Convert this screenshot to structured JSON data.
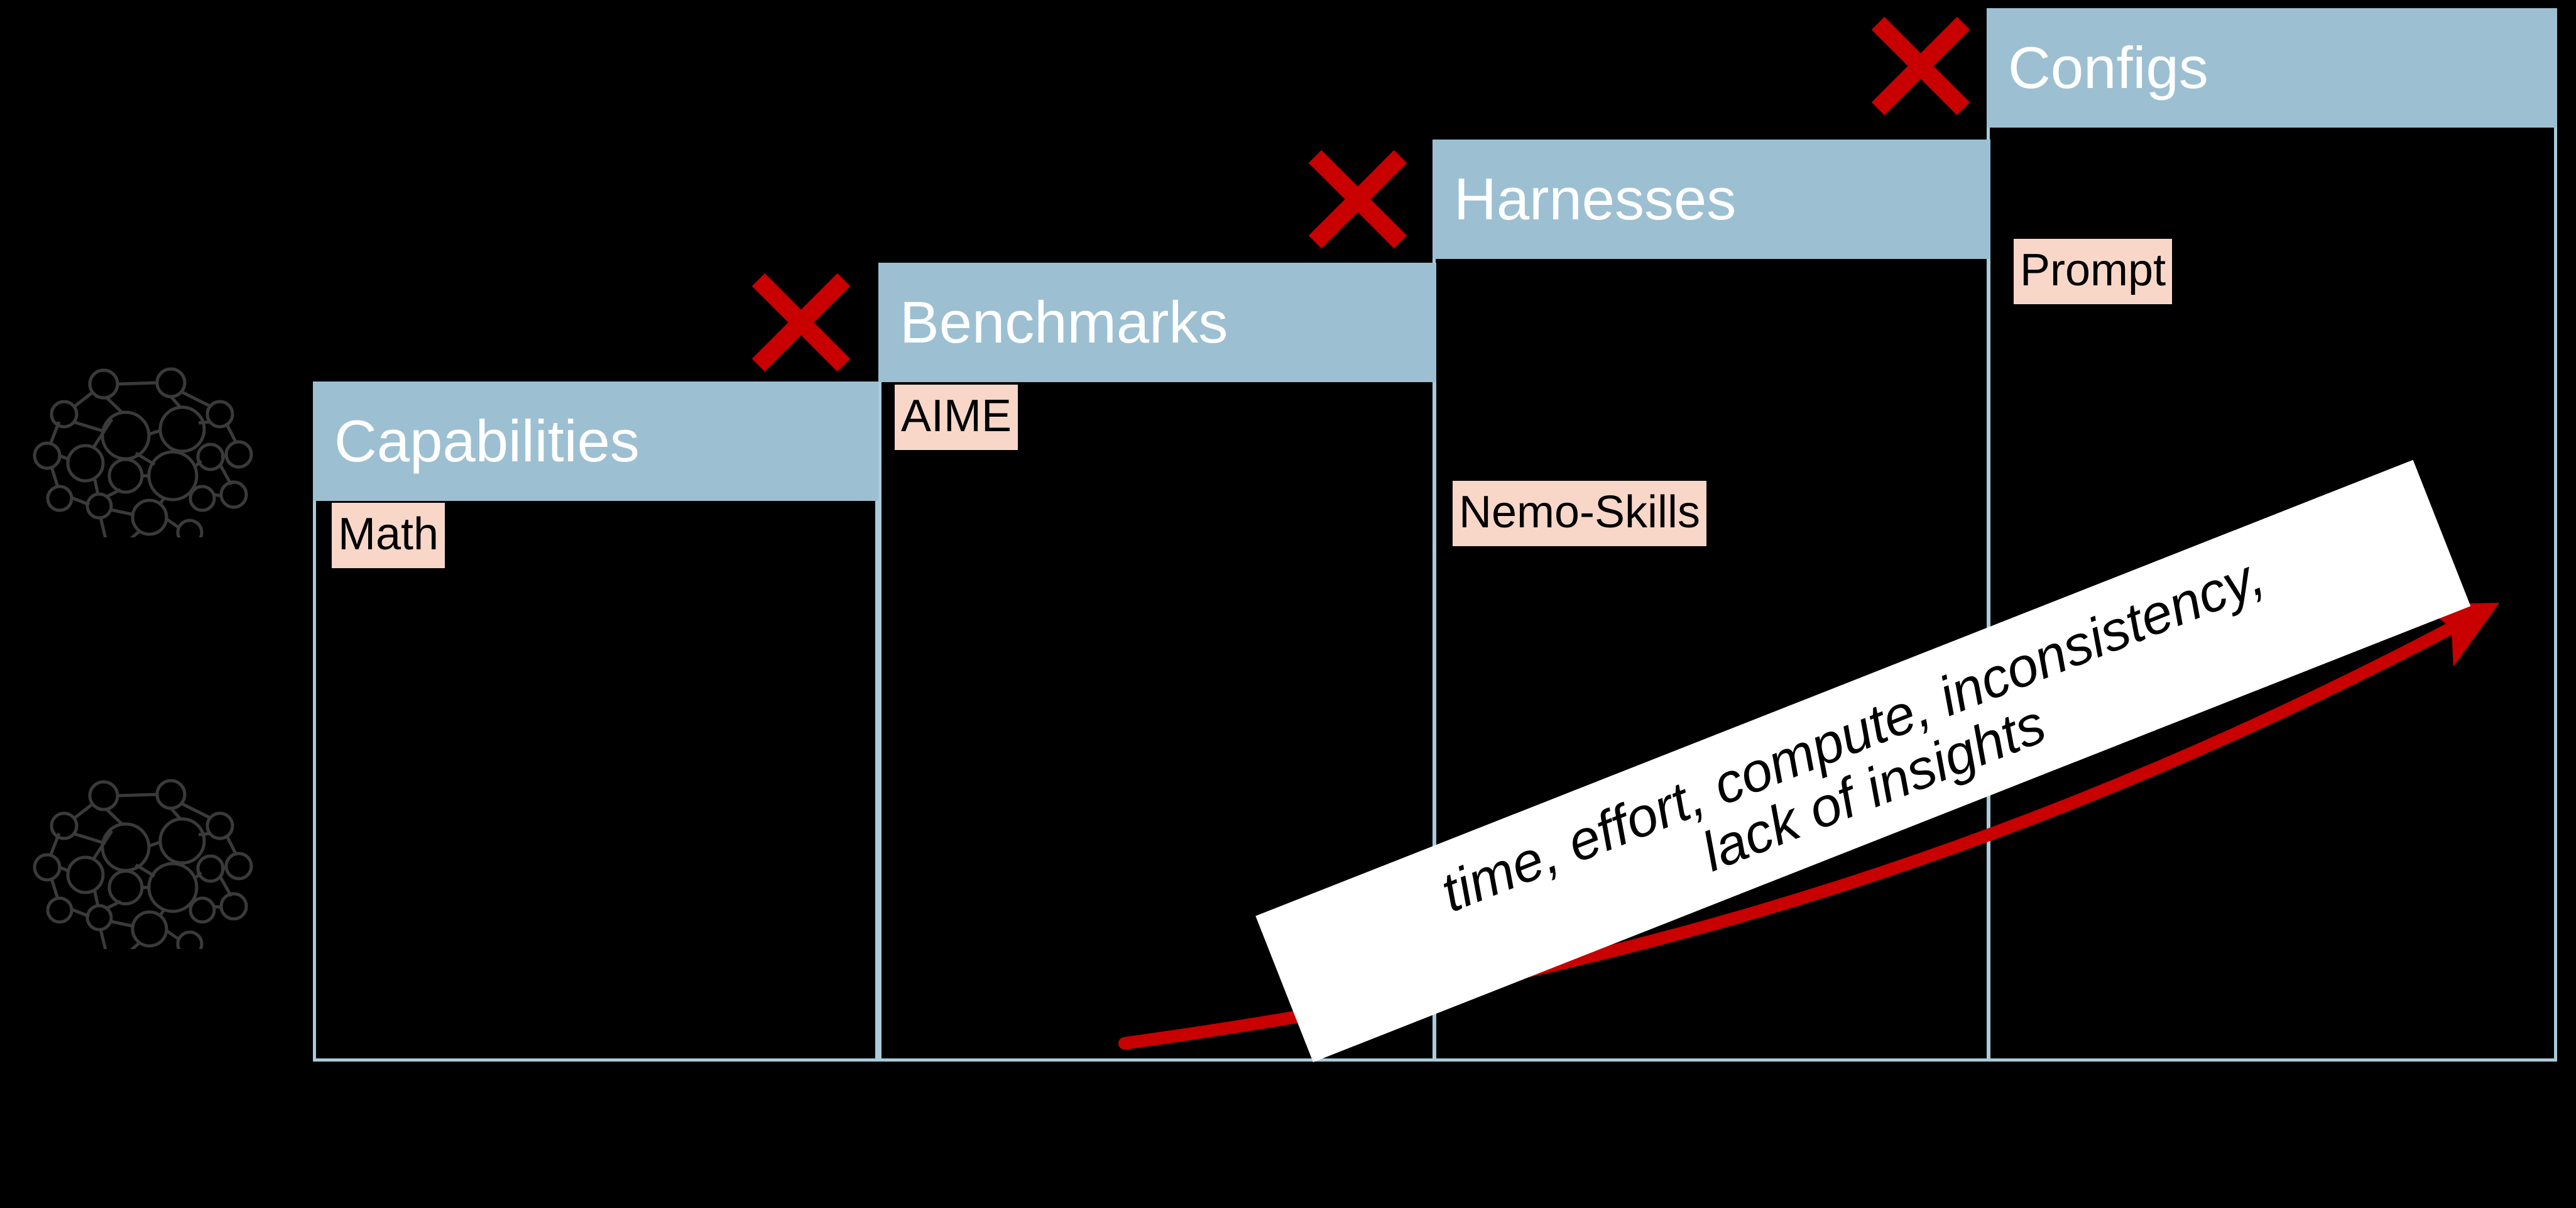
{
  "slide": {
    "background_color": "#000000",
    "accent_blue": "#9cc0d2",
    "accent_peach": "#f8d7c8",
    "accent_red": "#c80000",
    "outline_blue": "#a9cbdb"
  },
  "icons": {
    "brain_top": "brain-network-icon",
    "brain_bottom": "brain-network-icon",
    "cross_benchmarks": "red-x-icon",
    "cross_harnesses": "red-x-icon",
    "cross_configs": "red-x-icon",
    "growth_arrow": "red-growth-arrow-icon"
  },
  "columns": [
    {
      "id": "capabilities",
      "header": "Capabilities",
      "tag": "Math",
      "has_cross": false
    },
    {
      "id": "benchmarks",
      "header": "Benchmarks",
      "tag": "AIME",
      "has_cross": true
    },
    {
      "id": "harnesses",
      "header": "Harnesses",
      "tag": "Nemo-Skills",
      "has_cross": true
    },
    {
      "id": "configs",
      "header": "Configs",
      "tag": "Prompt",
      "has_cross": true
    }
  ],
  "cost_banner": {
    "line1": "time, effort, compute, inconsistency,",
    "line2": "lack of insights"
  }
}
